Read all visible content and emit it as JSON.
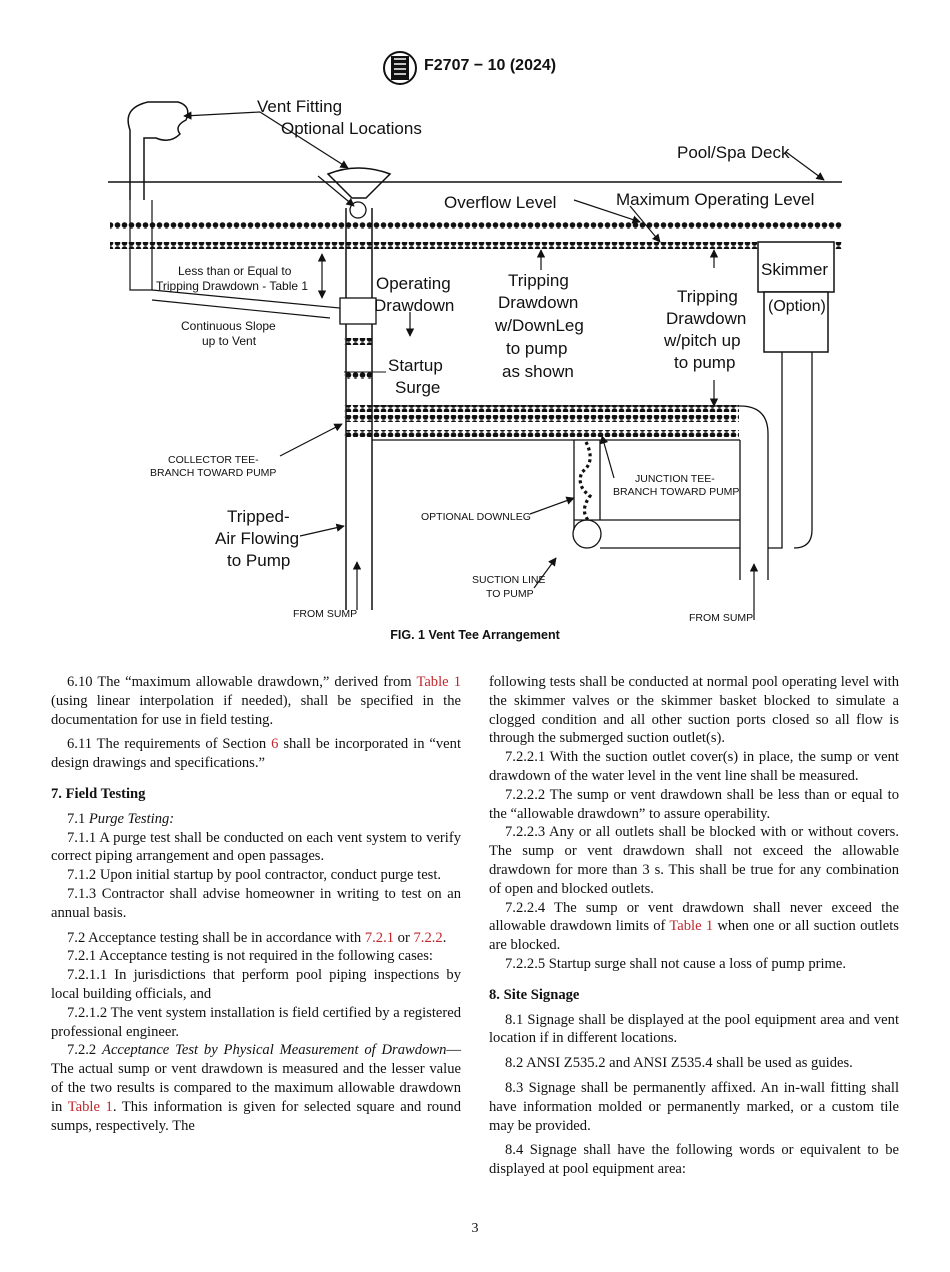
{
  "header": {
    "doc_id": "F2707 − 10 (2024)",
    "logo": "astm-logo-icon"
  },
  "figure": {
    "labels": {
      "vent_fitting": "Vent Fitting",
      "optional_locations": "Optional Locations",
      "deck": "Pool/Spa Deck",
      "overflow": "Overflow Level",
      "max_operating": "Maximum Operating Level",
      "less_than_1": "Less than or Equal to",
      "less_than_2": "Tripping Drawdown - Table 1",
      "operating": "Operating",
      "drawdown": "Drawdown",
      "tripping_a1": "Tripping",
      "tripping_a2": "Drawdown",
      "tripping_a3": "w/DownLeg",
      "tripping_a4": "to pump",
      "tripping_a5": "as shown",
      "tripping_b1": "Tripping",
      "tripping_b2": "Drawdown",
      "tripping_b3": "w/pitch up",
      "tripping_b4": "to pump",
      "skimmer": "Skimmer",
      "option": "(Option)",
      "slope_1": "Continuous Slope",
      "slope_2": "up to Vent",
      "startup": "Startup",
      "surge": "Surge",
      "collector_1": "COLLECTOR TEE-",
      "collector_2": "BRANCH TOWARD PUMP",
      "junction_1": "JUNCTION TEE-",
      "junction_2": "BRANCH TOWARD PUMP",
      "tripped_1": "Tripped-",
      "tripped_2": "Air Flowing",
      "tripped_3": "to Pump",
      "downleg": "OPTIONAL DOWNLEG",
      "suction_1": "SUCTION LINE",
      "suction_2": "TO PUMP",
      "from_sump_1": "FROM SUMP",
      "from_sump_2": "FROM SUMP"
    },
    "caption": "FIG. 1 Vent Tee Arrangement"
  },
  "left_column": {
    "p6_10_a": "6.10 The “maximum allowable drawdown,” derived from ",
    "p6_10_link": "Table 1",
    "p6_10_b": " (using linear interpolation if needed), shall be specified in the documentation for use in field testing.",
    "p6_11_a": "6.11 The requirements of Section ",
    "p6_11_link": "6",
    "p6_11_b": " shall be incorporated in “vent design drawings and specifications.”",
    "s7_heading": "7. Field Testing",
    "p7_1_num": "7.1 ",
    "p7_1_title": "Purge Testing:",
    "p7_1_1": "7.1.1 A purge test shall be conducted on each vent system to verify correct piping arrangement and open passages.",
    "p7_1_2": "7.1.2 Upon initial startup by pool contractor, conduct purge test.",
    "p7_1_3": "7.1.3 Contractor shall advise homeowner in writing to test on an annual basis.",
    "p7_2_a": "7.2 Acceptance testing shall be in accordance with ",
    "p7_2_link1": "7.2.1",
    "p7_2_or": " or ",
    "p7_2_link2": "7.2.2",
    "p7_2_end": ".",
    "p7_2_1": "7.2.1 Acceptance testing is not required in the following cases:",
    "p7_2_1_1": "7.2.1.1 In jurisdictions that perform pool piping inspections by local building officials, and",
    "p7_2_1_2": "7.2.1.2 The vent system installation is field certified by a registered professional engineer.",
    "p7_2_2_num": "7.2.2 ",
    "p7_2_2_title": "Acceptance Test by Physical Measurement of Drawdown",
    "p7_2_2_a": "—The actual sump or vent drawdown is measured and the lesser value of the two results is compared to the maximum allowable drawdown in ",
    "p7_2_2_link": "Table 1",
    "p7_2_2_b": ". This information is given for selected square and round sumps, respectively. The"
  },
  "right_column": {
    "cont": "following tests shall be conducted at normal pool operating level with the skimmer valves or the skimmer basket blocked to simulate a clogged condition and all other suction ports closed so all flow is through the submerged suction outlet(s).",
    "p7_2_2_1": "7.2.2.1 With the suction outlet cover(s) in place, the sump or vent drawdown of the water level in the vent line shall be measured.",
    "p7_2_2_2": "7.2.2.2 The sump or vent drawdown shall be less than or equal to the “allowable drawdown” to assure operability.",
    "p7_2_2_3": "7.2.2.3 Any or all outlets shall be blocked with or without covers. The sump or vent drawdown shall not exceed the allowable drawdown for more than 3 s. This shall be true for any combination of open and blocked outlets.",
    "p7_2_2_4_a": "7.2.2.4 The sump or vent drawdown shall never exceed the allowable drawdown limits of ",
    "p7_2_2_4_link": "Table 1",
    "p7_2_2_4_b": " when one or all suction outlets are blocked.",
    "p7_2_2_5": "7.2.2.5 Startup surge shall not cause a loss of pump prime.",
    "s8_heading": "8. Site Signage",
    "p8_1": "8.1 Signage shall be displayed at the pool equipment area and vent location if in different locations.",
    "p8_2": "8.2 ANSI Z535.2 and ANSI Z535.4 shall be used as guides.",
    "p8_3": "8.3 Signage shall be permanently affixed. An in-wall fitting shall have information molded or permanently marked, or a custom tile may be provided.",
    "p8_4": "8.4 Signage shall have the following words or equivalent to be displayed at pool equipment area:"
  },
  "footer": {
    "page_number": "3"
  }
}
